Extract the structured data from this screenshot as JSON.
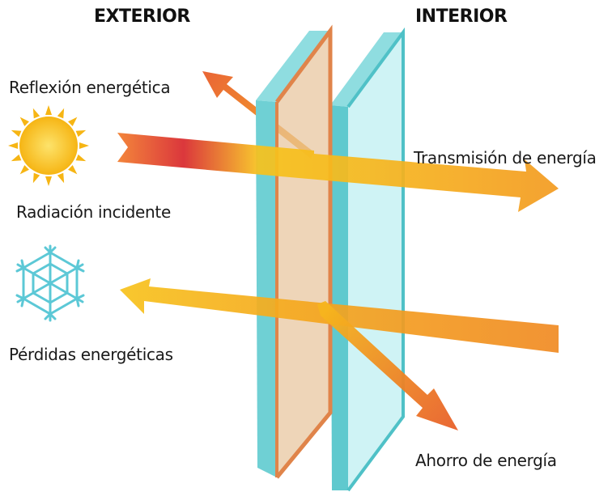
{
  "headings": {
    "exterior": "EXTERIOR",
    "interior": "INTERIOR"
  },
  "labels": {
    "reflection": "Reflexión energética",
    "incident": "Radiación incidente",
    "transmission": "Transmisión de energía",
    "losses": "Pérdidas energéticas",
    "savings": "Ahorro de energía"
  },
  "icons": {
    "sun": "sun-icon",
    "snowflake": "snowflake-icon"
  },
  "colors": {
    "glass": "#7fd3d6",
    "glass_edge": "#4fc1c7",
    "coating": "#e0844a",
    "arrow_light": "#f7c21c",
    "arrow_mid": "#f39a1f",
    "arrow_dark": "#e8632a",
    "arrow_red": "#d8262b",
    "sun": "#f9c41a",
    "snowflake": "#5cc8d6"
  }
}
